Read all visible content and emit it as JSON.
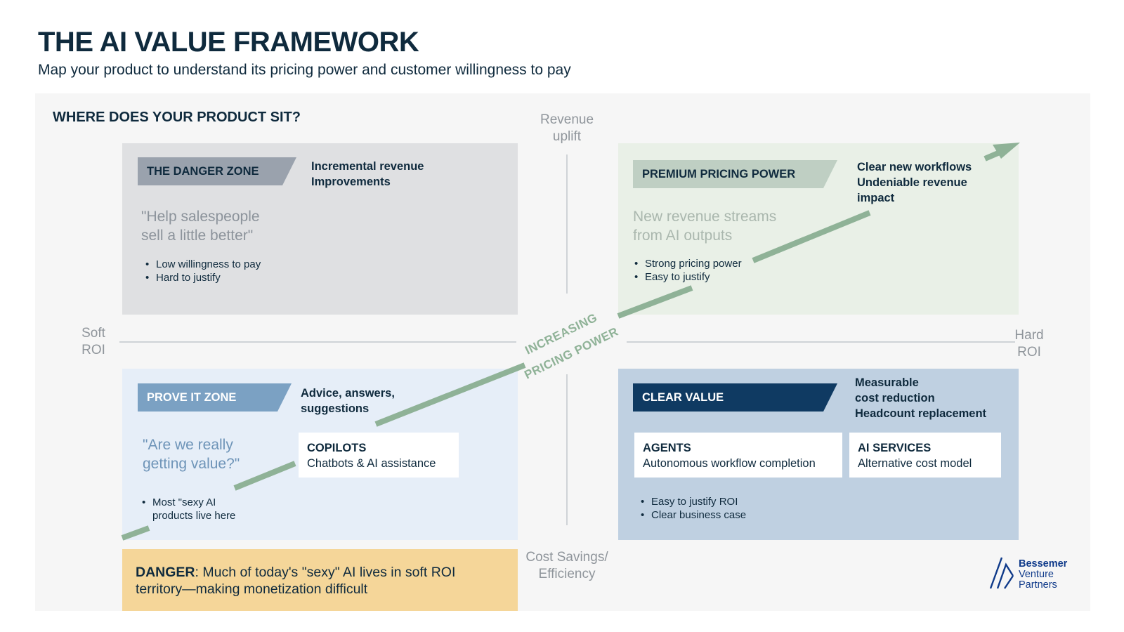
{
  "header": {
    "title": "THE AI VALUE FRAMEWORK",
    "subtitle": "Map your product to understand its pricing power and customer willingness to pay"
  },
  "canvas": {
    "heading": "WHERE DOES YOUR PRODUCT SIT?"
  },
  "axes": {
    "top": [
      "Revenue",
      "uplift"
    ],
    "bottom": [
      "Cost Savings/",
      "Efficiency"
    ],
    "left": [
      "Soft",
      "ROI"
    ],
    "right": [
      "Hard",
      "ROI"
    ]
  },
  "arrow": {
    "line1": "INCREASING",
    "line2": "PRICING POWER",
    "color": "#8fb297"
  },
  "quadrants": {
    "danger": {
      "tag": "THE DANGER ZONE",
      "note": [
        "Incremental revenue",
        "Improvements"
      ],
      "quote": [
        "\"Help salespeople",
        "sell a little better\""
      ],
      "bullets": [
        "Low willingness to pay",
        "Hard to justify"
      ]
    },
    "premium": {
      "tag": "PREMIUM PRICING POWER",
      "note": [
        "Clear new workflows",
        "Undeniable revenue",
        "impact"
      ],
      "quote": [
        "New revenue streams",
        "from AI outputs"
      ],
      "bullets": [
        "Strong pricing power",
        "Easy to justify"
      ]
    },
    "prove": {
      "tag": "PROVE IT ZONE",
      "note": [
        "Advice, answers,",
        "suggestions"
      ],
      "quote": [
        "\"Are we really",
        "getting value?\""
      ],
      "bullets": [
        "Most \"sexy AI",
        "products live here"
      ],
      "card": {
        "title": "COPILOTS",
        "desc": "Chatbots & AI assistance"
      }
    },
    "clear": {
      "tag": "CLEAR VALUE",
      "note": [
        "Measurable",
        "cost reduction",
        "Headcount replacement"
      ],
      "bullets": [
        "Easy to justify ROI",
        "Clear business case"
      ],
      "cards": [
        {
          "title": "AGENTS",
          "desc": "Autonomous workflow completion"
        },
        {
          "title": "AI SERVICES",
          "desc": "Alternative cost model"
        }
      ]
    }
  },
  "warning": {
    "strong": "DANGER",
    "text": ": Much of today's \"sexy\" AI lives in soft ROI territory—making monetization difficult"
  },
  "logo": {
    "name": "Bessemer",
    "line2": "Venture",
    "line3": "Partners"
  },
  "colors": {
    "navy": "#0f2a3d",
    "danger_zone": "#dfe0e2",
    "premium_zone": "#e9f0e7",
    "prove_zone": "#e6eef8",
    "clear_zone": "#bfd0e1",
    "warning": "#f5d699"
  }
}
